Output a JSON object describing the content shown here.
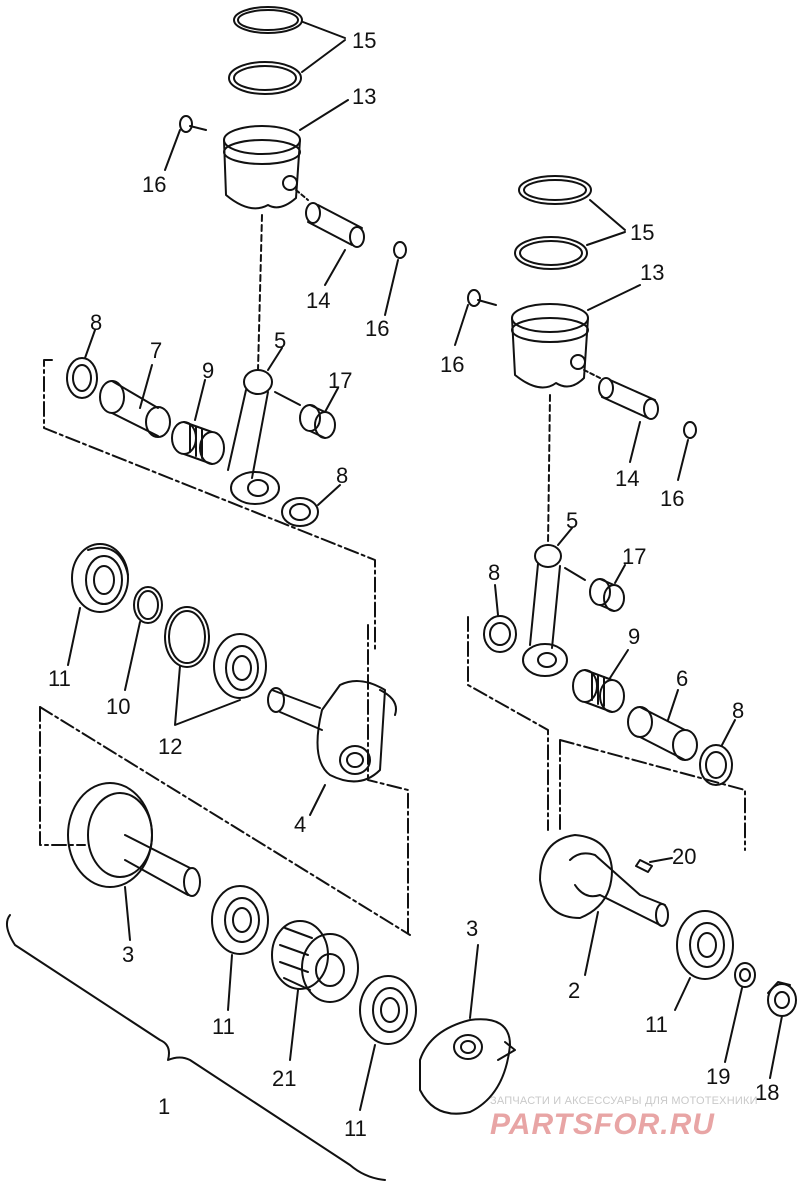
{
  "callouts": [
    {
      "id": "c15a",
      "text": "15"
    },
    {
      "id": "c13a",
      "text": "13"
    },
    {
      "id": "c16a",
      "text": "16"
    },
    {
      "id": "c14a",
      "text": "14"
    },
    {
      "id": "c16b",
      "text": "16"
    },
    {
      "id": "c8a",
      "text": "8"
    },
    {
      "id": "c7",
      "text": "7"
    },
    {
      "id": "c5a",
      "text": "5"
    },
    {
      "id": "c9a",
      "text": "9"
    },
    {
      "id": "c17a",
      "text": "17"
    },
    {
      "id": "c8b",
      "text": "8"
    },
    {
      "id": "c11a",
      "text": "11"
    },
    {
      "id": "c10",
      "text": "10"
    },
    {
      "id": "c12",
      "text": "12"
    },
    {
      "id": "c4",
      "text": "4"
    },
    {
      "id": "c3a",
      "text": "3"
    },
    {
      "id": "c11b",
      "text": "11"
    },
    {
      "id": "c21",
      "text": "21"
    },
    {
      "id": "c11c",
      "text": "11"
    },
    {
      "id": "c1",
      "text": "1"
    },
    {
      "id": "c3b",
      "text": "3"
    },
    {
      "id": "c15b",
      "text": "15"
    },
    {
      "id": "c13b",
      "text": "13"
    },
    {
      "id": "c16c",
      "text": "16"
    },
    {
      "id": "c14b",
      "text": "14"
    },
    {
      "id": "c16d",
      "text": "16"
    },
    {
      "id": "c5b",
      "text": "5"
    },
    {
      "id": "c17b",
      "text": "17"
    },
    {
      "id": "c8c",
      "text": "8"
    },
    {
      "id": "c9b",
      "text": "9"
    },
    {
      "id": "c6",
      "text": "6"
    },
    {
      "id": "c8d",
      "text": "8"
    },
    {
      "id": "c20",
      "text": "20"
    },
    {
      "id": "c2",
      "text": "2"
    },
    {
      "id": "c11d",
      "text": "11"
    },
    {
      "id": "c19",
      "text": "19"
    },
    {
      "id": "c18",
      "text": "18"
    }
  ],
  "watermark": {
    "caption": "ЗАПЧАСТИ И АКСЕССУАРЫ ДЛЯ МОТОТЕХНИКИ",
    "logo": "PARTSFOR.RU",
    "color": "#e8a5a5"
  },
  "colors": {
    "ink": "#111111",
    "background": "#ffffff"
  }
}
